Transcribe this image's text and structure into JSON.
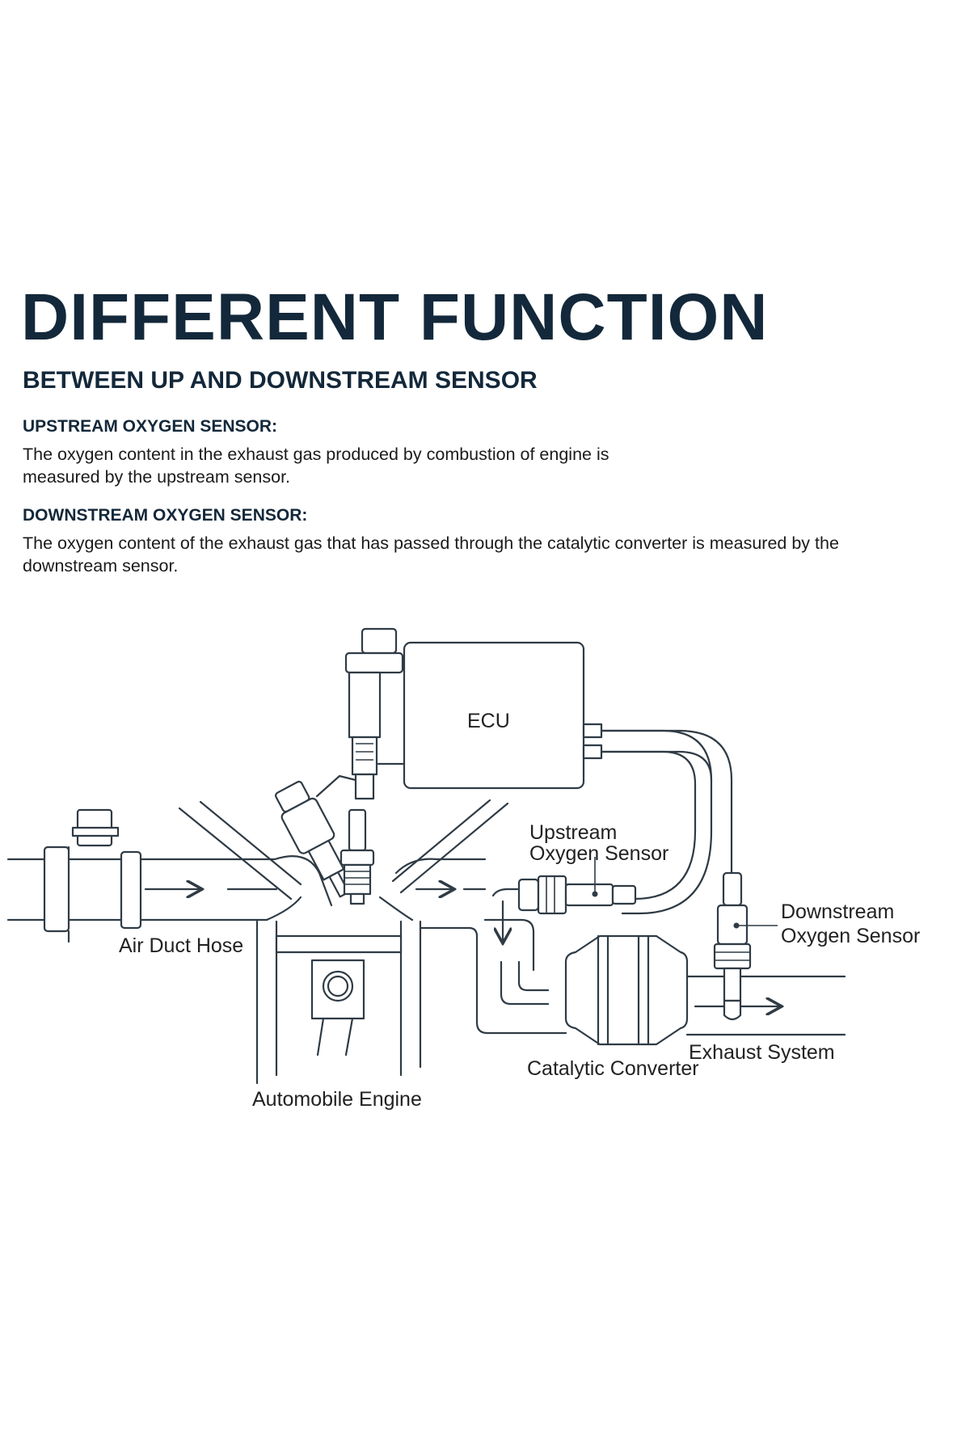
{
  "header": {
    "title": "DIFFERENT FUNCTION",
    "subtitle": "BETWEEN UP AND DOWNSTREAM SENSOR"
  },
  "sections": {
    "upstream": {
      "heading": "UPSTREAM OXYGEN SENSOR:",
      "body": "The oxygen content in the exhaust gas produced by combustion of engine is measured by the upstream sensor."
    },
    "downstream": {
      "heading": "DOWNSTREAM OXYGEN SENSOR:",
      "body": "The oxygen content of the exhaust gas that has passed through the catalytic converter is measured by the downstream sensor."
    }
  },
  "diagram": {
    "ecu": "ECU",
    "upstream_line1": "Upstream",
    "upstream_line2": "Oxygen Sensor",
    "downstream_line1": "Downstream",
    "downstream_line2": "Oxygen Sensor",
    "air_duct_hose": "Air Duct Hose",
    "automobile_engine": "Automobile Engine",
    "catalytic_converter": "Catalytic Converter",
    "exhaust_system": "Exhaust System"
  }
}
